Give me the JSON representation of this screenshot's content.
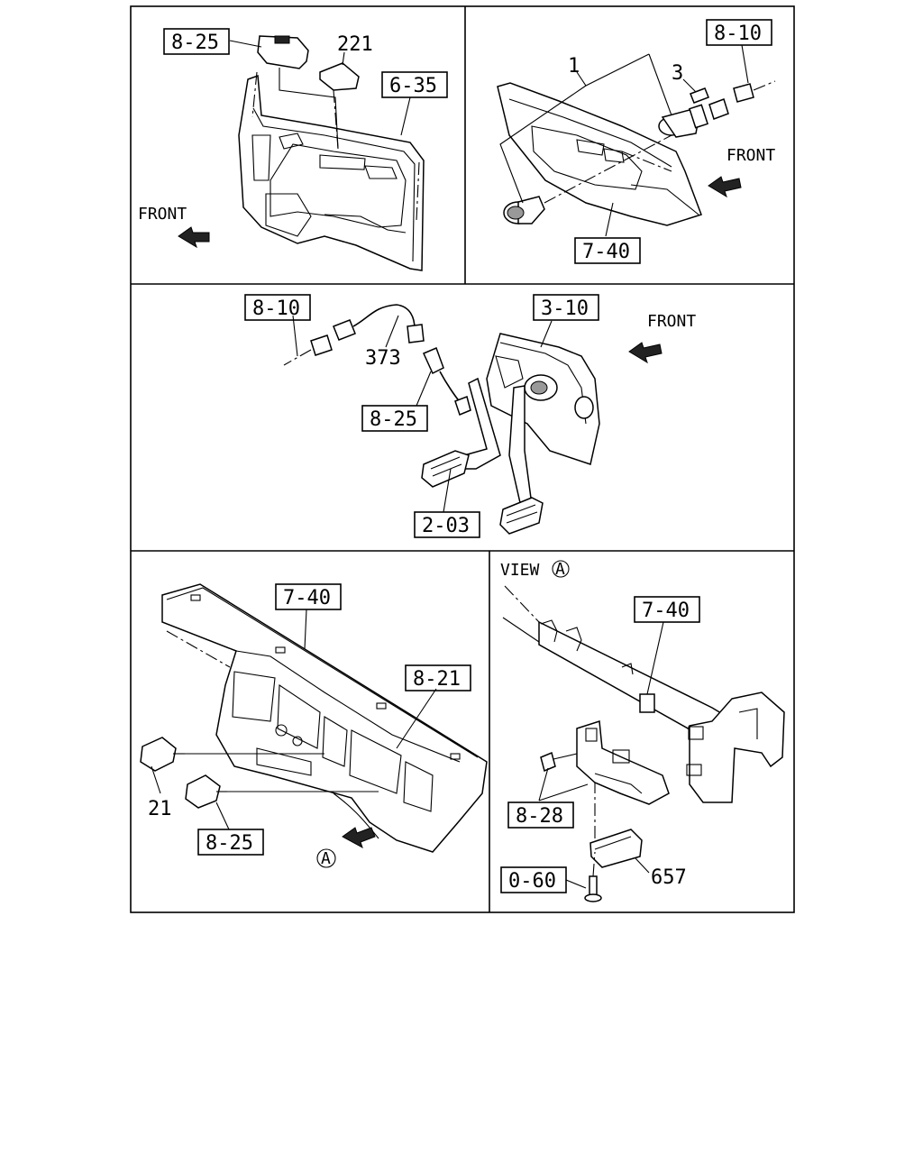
{
  "labels": {
    "p1_8_25": "8-25",
    "p1_221": "221",
    "p1_6_35": "6-35",
    "p1_front": "FRONT",
    "p2_1": "1",
    "p2_3": "3",
    "p2_8_10": "8-10",
    "p2_front": "FRONT",
    "p2_7_40": "7-40",
    "p3_8_10": "8-10",
    "p3_373": "373",
    "p3_3_10": "3-10",
    "p3_front": "FRONT",
    "p3_8_25": "8-25",
    "p3_2_03": "2-03",
    "p4_7_40": "7-40",
    "p4_8_21": "8-21",
    "p4_21": "21",
    "p4_8_25": "8-25",
    "p4_a": "A",
    "p5_view": "VIEW",
    "p5_view_a": "A",
    "p5_7_40": "7-40",
    "p5_8_28": "8-28",
    "p5_0_60": "0-60",
    "p5_657": "657"
  }
}
